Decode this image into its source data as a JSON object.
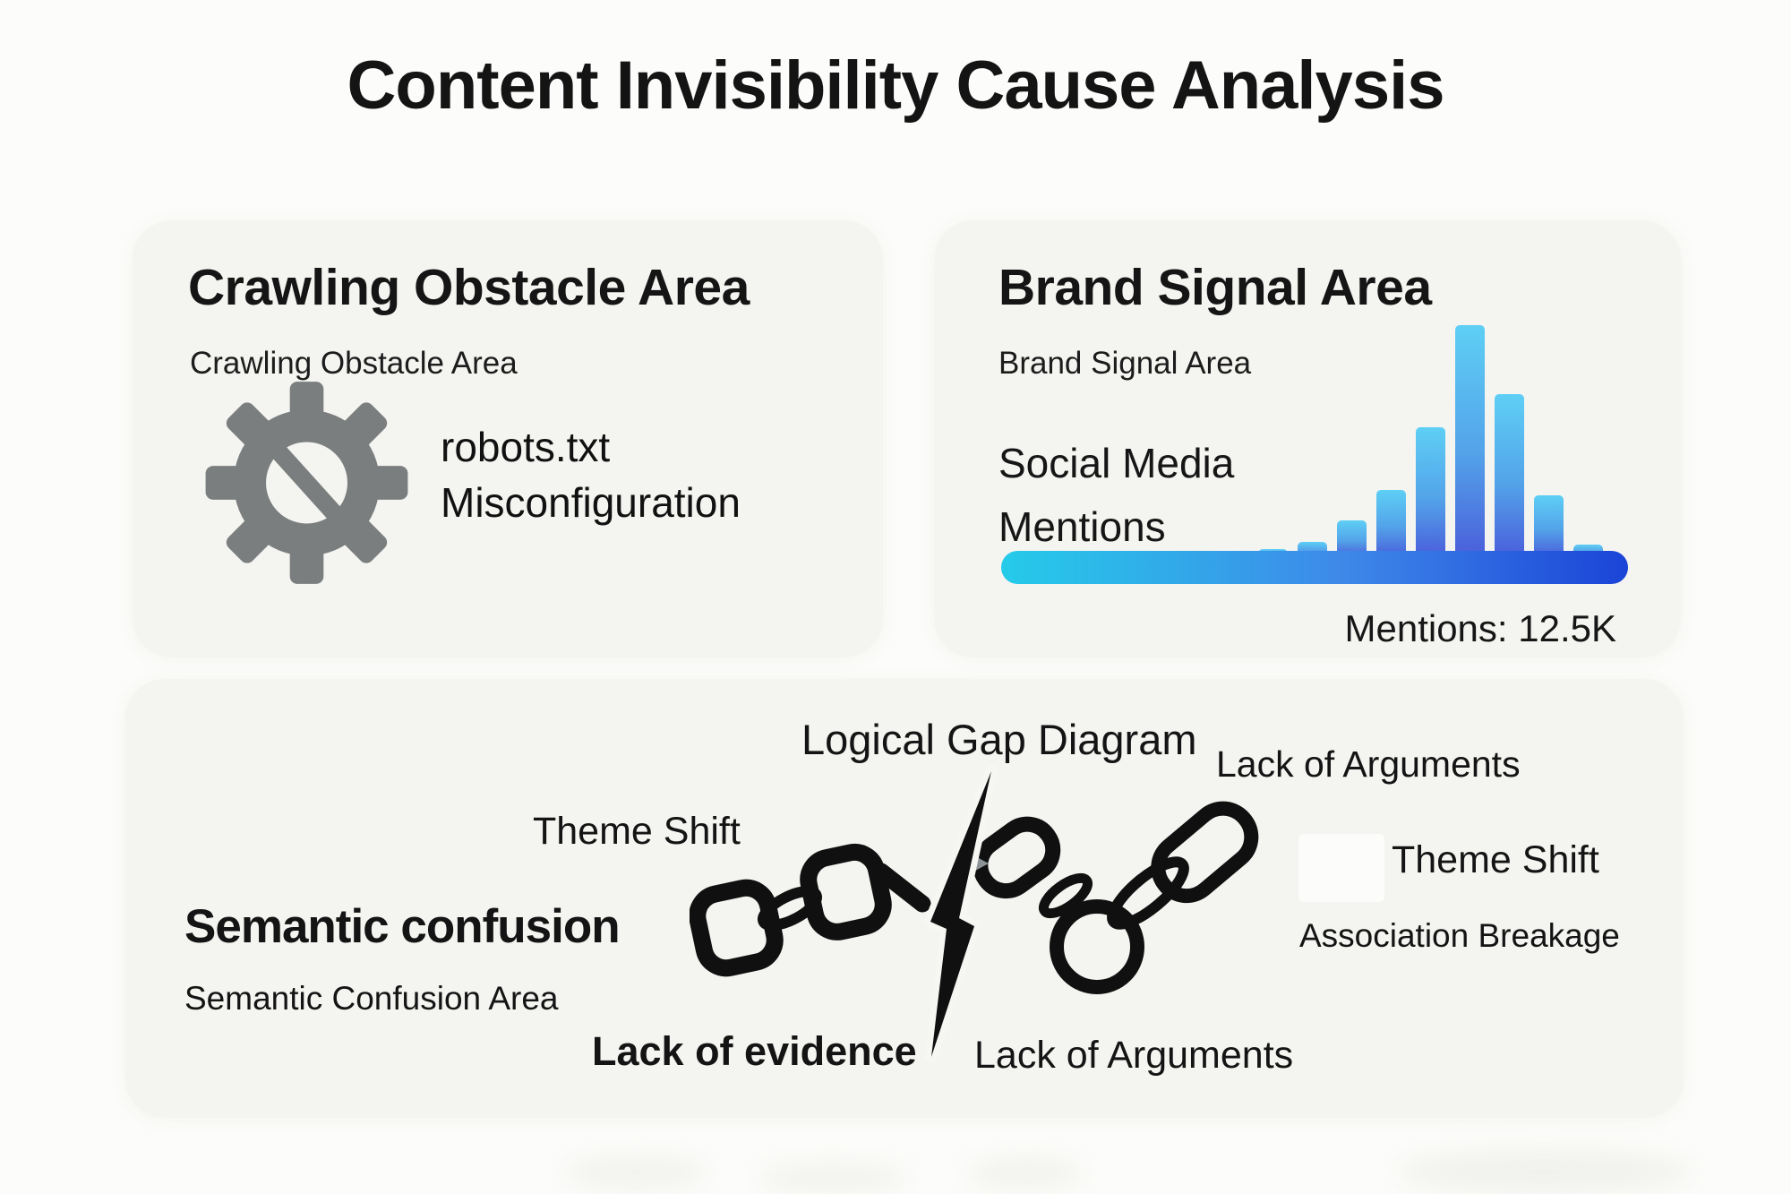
{
  "title": "Content Invisibility Cause Analysis",
  "cards": {
    "crawling": {
      "heading": "Crawling Obstacle Area",
      "subheading": "Crawling Obstacle Area",
      "label_line1": "robots.txt",
      "label_line2": "Misconfiguration",
      "icon": "gear-prohibition-icon",
      "icon_color": "#7b7e7e"
    },
    "brand": {
      "heading": "Brand Signal Area",
      "subheading": "Brand Signal Area",
      "label_line1": "Social Media",
      "label_line2": "Mentions",
      "mentions_label": "Mentions:  12.5K"
    },
    "logical": {
      "heading": "Logical Gap Diagram",
      "icon": "broken-chain-icon",
      "labels": {
        "lack_arguments_top": "Lack of Arguments",
        "theme_shift_left": "Theme Shift",
        "semantic_confusion": "Semantic confusion",
        "semantic_confusion_area": "Semantic Confusion Area",
        "lack_evidence": "Lack of evidence",
        "lack_arguments_bottom": "Lack of Arguments",
        "theme_shift_right": "Theme Shift",
        "association_breakage": "Association Breakage"
      }
    }
  },
  "chart_data": {
    "type": "bar",
    "title": "Social Media Mentions",
    "categories": [
      "b1",
      "b2",
      "b3",
      "b4",
      "b5",
      "b6",
      "b7",
      "b8",
      "b9"
    ],
    "values": [
      9,
      17,
      41,
      75,
      145,
      259,
      182,
      69,
      14
    ],
    "values_unit": "relative bar height in px (no axis labels shown)",
    "annotation": "Mentions: 12.5K",
    "axes_shown": false,
    "legend": false,
    "baseline_style": "rounded gradient bar below bars"
  },
  "colors": {
    "page_bg": "#fcfcfa",
    "card_bg": "#f4f4f1",
    "text": "#141414",
    "gear_gray": "#7b7e7e",
    "chain_black": "#101010",
    "bar_gradient_top": "#5ecff5",
    "bar_gradient_bottom": "#4a5edb",
    "baseline_gradient_left": "#25cbe9",
    "baseline_gradient_mid": "#3e88e9",
    "baseline_gradient_right": "#1b44d7"
  }
}
